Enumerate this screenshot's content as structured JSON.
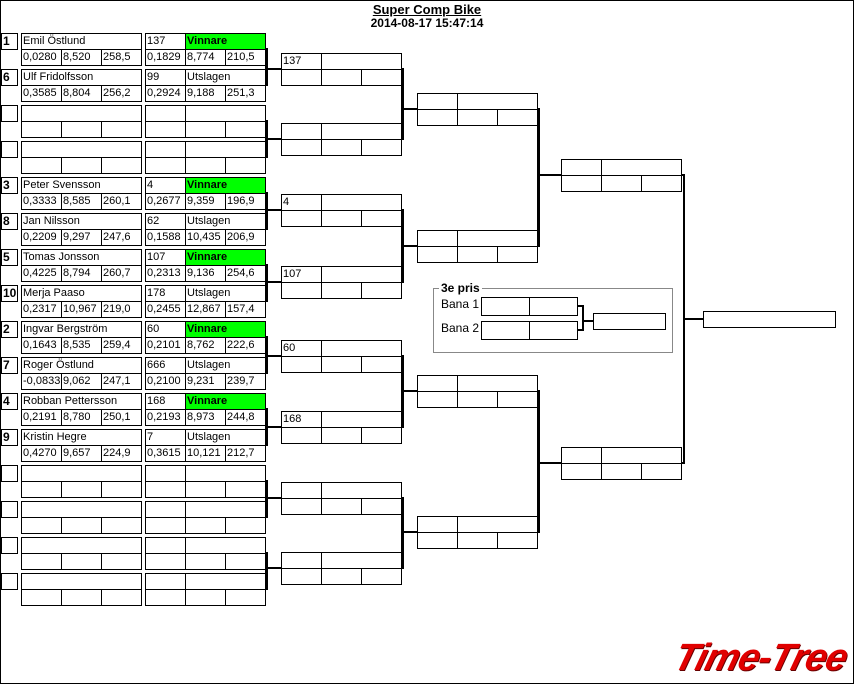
{
  "header": {
    "title": "Super Comp Bike",
    "datetime": "2014-08-17 15:47:14"
  },
  "colors": {
    "winner": "#00ff00"
  },
  "round1": [
    {
      "seed": "1",
      "name": "Emil Östlund",
      "t": [
        "0,0280",
        "8,520",
        "258,5"
      ],
      "result": {
        "number": "137",
        "status": "Vinnare",
        "t": [
          "0,1829",
          "8,774",
          "210,5"
        ]
      }
    },
    {
      "seed": "6",
      "name": "Ulf Fridolfsson",
      "t": [
        "0,3585",
        "8,804",
        "256,2"
      ],
      "result": {
        "number": "99",
        "status": "Utslagen",
        "t": [
          "0,2924",
          "9,188",
          "251,3"
        ]
      }
    },
    {
      "seed": "",
      "name": "",
      "t": [
        "",
        "",
        ""
      ],
      "result": {
        "number": "",
        "status": "",
        "t": [
          "",
          "",
          ""
        ]
      }
    },
    {
      "seed": "",
      "name": "",
      "t": [
        "",
        "",
        ""
      ],
      "result": {
        "number": "",
        "status": "",
        "t": [
          "",
          "",
          ""
        ]
      }
    },
    {
      "seed": "3",
      "name": "Peter Svensson",
      "t": [
        "0,3333",
        "8,585",
        "260,1"
      ],
      "result": {
        "number": "4",
        "status": "Vinnare",
        "t": [
          "0,2677",
          "9,359",
          "196,9"
        ]
      }
    },
    {
      "seed": "8",
      "name": "Jan Nilsson",
      "t": [
        "0,2209",
        "9,297",
        "247,6"
      ],
      "result": {
        "number": "62",
        "status": "Utslagen",
        "t": [
          "0,1588",
          "10,435",
          "206,9"
        ]
      }
    },
    {
      "seed": "5",
      "name": "Tomas Jonsson",
      "t": [
        "0,4225",
        "8,794",
        "260,7"
      ],
      "result": {
        "number": "107",
        "status": "Vinnare",
        "t": [
          "0,2313",
          "9,136",
          "254,6"
        ]
      }
    },
    {
      "seed": "10",
      "name": "Merja Paaso",
      "t": [
        "0,2317",
        "10,967",
        "219,0"
      ],
      "result": {
        "number": "178",
        "status": "Utslagen",
        "t": [
          "0,2455",
          "12,867",
          "157,4"
        ]
      }
    },
    {
      "seed": "2",
      "name": "Ingvar Bergström",
      "t": [
        "0,1643",
        "8,535",
        "259,4"
      ],
      "result": {
        "number": "60",
        "status": "Vinnare",
        "t": [
          "0,2101",
          "8,762",
          "222,6"
        ]
      }
    },
    {
      "seed": "7",
      "name": "Roger Östlund",
      "t": [
        "-0,0833",
        "9,062",
        "247,1"
      ],
      "result": {
        "number": "666",
        "status": "Utslagen",
        "t": [
          "0,2100",
          "9,231",
          "239,7"
        ]
      }
    },
    {
      "seed": "4",
      "name": "Robban Pettersson",
      "t": [
        "0,2191",
        "8,780",
        "250,1"
      ],
      "result": {
        "number": "168",
        "status": "Vinnare",
        "t": [
          "0,2193",
          "8,973",
          "244,8"
        ]
      }
    },
    {
      "seed": "9",
      "name": "Kristin Hegre",
      "t": [
        "0,4270",
        "9,657",
        "224,9"
      ],
      "result": {
        "number": "7",
        "status": "Utslagen",
        "t": [
          "0,3615",
          "10,121",
          "212,7"
        ]
      }
    },
    {
      "seed": "",
      "name": "",
      "t": [
        "",
        "",
        ""
      ],
      "result": {
        "number": "",
        "status": "",
        "t": [
          "",
          "",
          ""
        ]
      }
    },
    {
      "seed": "",
      "name": "",
      "t": [
        "",
        "",
        ""
      ],
      "result": {
        "number": "",
        "status": "",
        "t": [
          "",
          "",
          ""
        ]
      }
    },
    {
      "seed": "",
      "name": "",
      "t": [
        "",
        "",
        ""
      ],
      "result": {
        "number": "",
        "status": "",
        "t": [
          "",
          "",
          ""
        ]
      }
    },
    {
      "seed": "",
      "name": "",
      "t": [
        "",
        "",
        ""
      ],
      "result": {
        "number": "",
        "status": "",
        "t": [
          "",
          "",
          ""
        ]
      }
    }
  ],
  "round2": [
    {
      "number": "137"
    },
    {
      "number": ""
    },
    {
      "number": "4"
    },
    {
      "number": "107"
    },
    {
      "number": "60"
    },
    {
      "number": "168"
    },
    {
      "number": ""
    },
    {
      "number": ""
    }
  ],
  "third_place": {
    "title": "3e pris",
    "lanes": [
      "Bana 1",
      "Bana 2"
    ]
  },
  "logo": "Time-Tree"
}
